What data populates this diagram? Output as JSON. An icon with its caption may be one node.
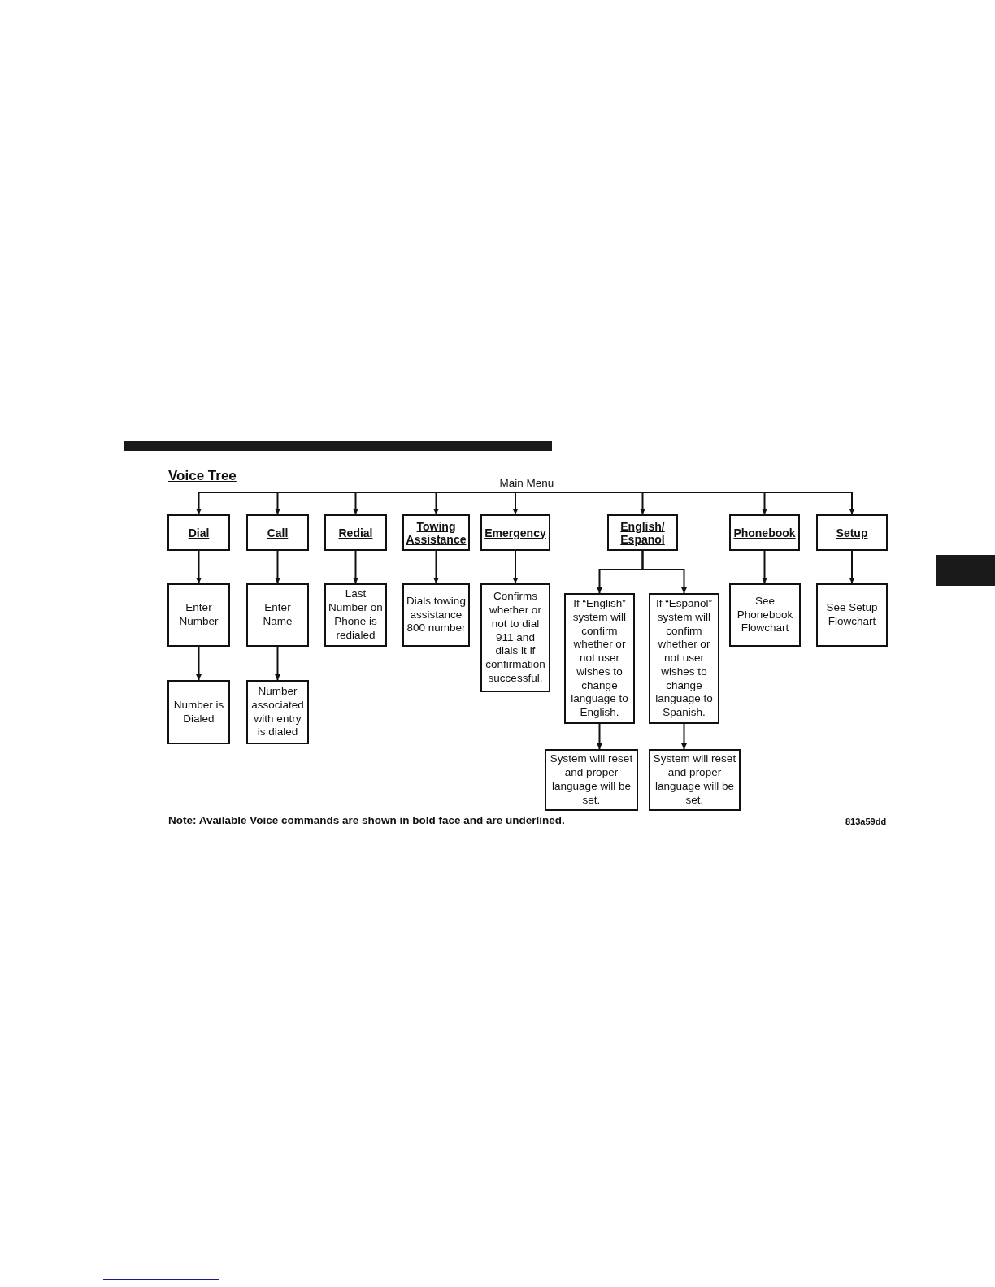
{
  "diagram": {
    "title": "Voice Tree",
    "nodes": [
      {
        "text": [
          "Main Menu"
        ]
      },
      {
        "text": [
          "Dial"
        ]
      },
      {
        "text": [
          "Call"
        ]
      },
      {
        "text": [
          "Redial"
        ]
      },
      {
        "text": [
          "Towing Assistance"
        ]
      },
      {
        "text": [
          "Emergency"
        ]
      },
      {
        "text": [
          "English/ Espanol"
        ]
      },
      {
        "text": [
          "Phonebook"
        ]
      },
      {
        "text": [
          "Setup"
        ]
      },
      {
        "text": [
          "Enter Number"
        ]
      },
      {
        "text": [
          "Enter Name"
        ]
      },
      {
        "text": [
          "Last Number on Phone is redialed"
        ]
      },
      {
        "text": [
          "Dials towing assistance 800 number"
        ]
      },
      {
        "text": [
          "Confirms whether or not to dial 911 and dials it if confirmation successful."
        ]
      },
      {
        "text": [
          "If “English” system will confirm whether or not user wishes to change language to English."
        ]
      },
      {
        "text": [
          "If “Espanol” system will confirm whether or not user wishes to change language to Spanish."
        ]
      },
      {
        "text": [
          "See Phonebook Flowchart"
        ]
      },
      {
        "text": [
          "See Setup Flowchart"
        ]
      },
      {
        "text": [
          "Number is Dialed"
        ]
      },
      {
        "text": [
          "Number associated with entry is dialed"
        ]
      },
      {
        "text": [
          "System will reset and proper language will be set."
        ]
      },
      {
        "text": [
          "System will reset and proper language will be set."
        ]
      }
    ],
    "edges": [
      {
        "from": 0,
        "to": 1,
        "arrow": "to"
      },
      {
        "from": 0,
        "to": 2,
        "arrow": "to"
      },
      {
        "from": 0,
        "to": 3,
        "arrow": "to"
      },
      {
        "from": 0,
        "to": 4,
        "arrow": "to"
      },
      {
        "from": 0,
        "to": 5,
        "arrow": "to"
      },
      {
        "from": 0,
        "to": 6,
        "arrow": "to"
      },
      {
        "from": 0,
        "to": 7,
        "arrow": "to"
      },
      {
        "from": 0,
        "to": 8,
        "arrow": "to"
      },
      {
        "from": 1,
        "to": 9,
        "arrow": "to"
      },
      {
        "from": 2,
        "to": 10,
        "arrow": "to"
      },
      {
        "from": 3,
        "to": 11,
        "arrow": "to"
      },
      {
        "from": 4,
        "to": 12,
        "arrow": "to"
      },
      {
        "from": 5,
        "to": 13,
        "arrow": "to"
      },
      {
        "from": 6,
        "to": 14,
        "arrow": "to"
      },
      {
        "from": 6,
        "to": 15,
        "arrow": "to"
      },
      {
        "from": 7,
        "to": 16,
        "arrow": "to"
      },
      {
        "from": 8,
        "to": 17,
        "arrow": "to"
      },
      {
        "from": 9,
        "to": 18,
        "arrow": "to"
      },
      {
        "from": 10,
        "to": 19,
        "arrow": "to"
      },
      {
        "from": 14,
        "to": 20,
        "arrow": "to"
      },
      {
        "from": 15,
        "to": 21,
        "arrow": "to"
      }
    ],
    "labels": [
      "Note: Available Voice commands are shown in bold face and are underlined.",
      "813a59dd"
    ]
  }
}
